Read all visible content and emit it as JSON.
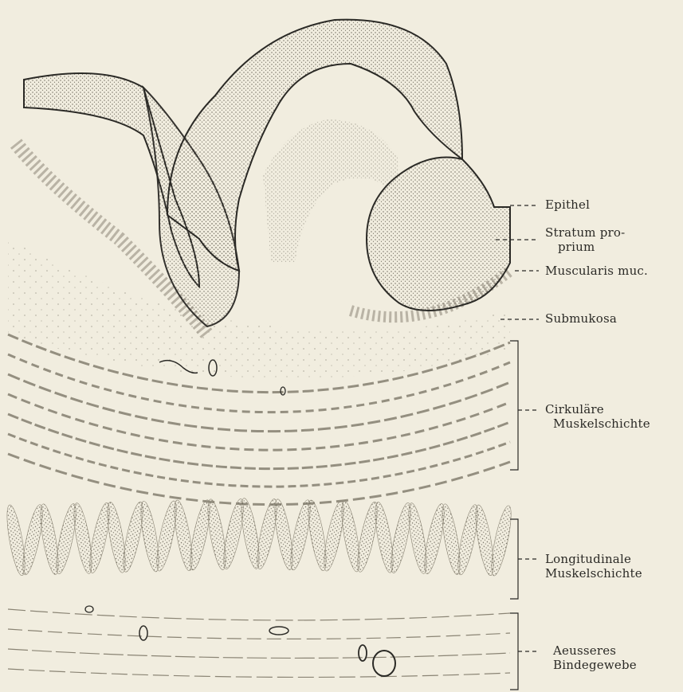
{
  "figure": {
    "labels": {
      "epithel": "Epithel",
      "stratum_line1": "Stratum pro-",
      "stratum_line2": "prium",
      "muscularis": "Muscularis muc.",
      "submukosa": "Submukosa",
      "cirkulaere_line1": "Cirkuläre",
      "cirkulaere_line2": "Muskelschichte",
      "longitudinale_line1": "Longitudinale",
      "longitudinale_line2": "Muskelschichte",
      "aeusseres_line1": "Aeusseres",
      "aeusseres_line2": "Bindegewebe"
    },
    "colors": {
      "paper": "#f1eddf",
      "ink": "#2b2a26",
      "stipple": "#6b665a",
      "epithel_fill": "#d9d3c2"
    }
  }
}
